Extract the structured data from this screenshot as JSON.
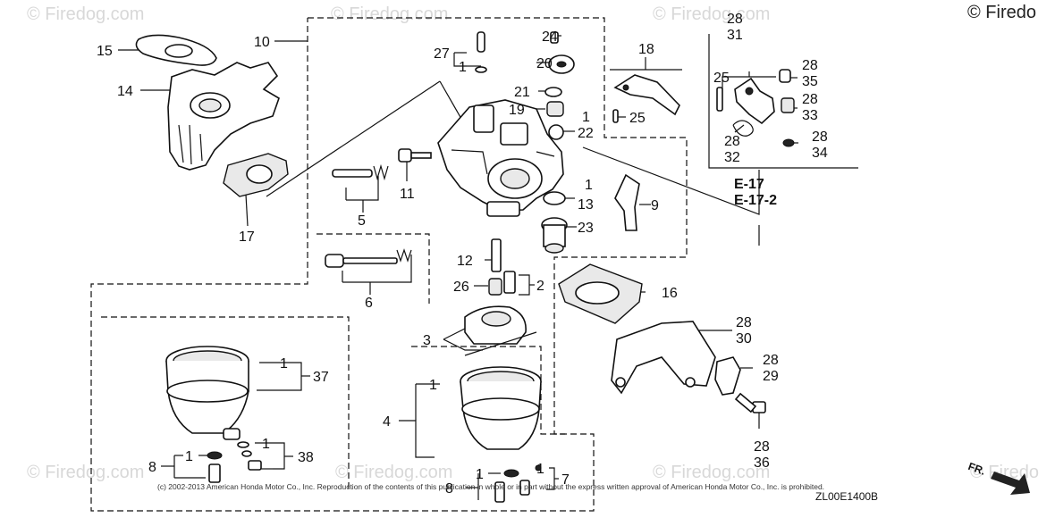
{
  "watermarks": [
    "© Firedog.com",
    "© Firedog.com",
    "© Firedog.com",
    "© Firedog.com",
    "© Firedog.com",
    "© Firedog.com",
    "© Firedo"
  ],
  "brand": "© Firedo",
  "copyright": "(c) 2002-2013 American Honda Motor Co., Inc. Reproduction of the contents of this publication in whole or in part without the express written approval of American Honda Motor Co., Inc. is prohibited.",
  "diagram_code": "ZL00E1400B",
  "front_marker": "FR.",
  "reference_pages": [
    "E-17",
    "E-17-2"
  ],
  "callouts": {
    "c15": "15",
    "c14": "14",
    "c10": "10",
    "c17": "17",
    "c27": "27",
    "c1_27": "1",
    "c24": "24",
    "c20": "20",
    "c21": "21",
    "c19": "19",
    "c1_19": "1",
    "c22": "22",
    "c25a": "25",
    "c18": "18",
    "c5": "5",
    "c11": "11",
    "c1_13": "1",
    "c13": "13",
    "c9": "9",
    "c23": "23",
    "c28_31": "28",
    "c31": "31",
    "c25b": "25",
    "c28_35": "28",
    "c35": "35",
    "c28_33": "28",
    "c33": "33",
    "c28_32": "28",
    "c32": "32",
    "c28_34": "28",
    "c34": "34",
    "c12": "12",
    "c6": "6",
    "c26": "26",
    "c2": "2",
    "c16": "16",
    "c3": "3",
    "c28_30": "28",
    "c30": "30",
    "c28_29": "28",
    "c29": "29",
    "c28_36": "28",
    "c36": "36",
    "c1_37": "1",
    "c37": "37",
    "c1_4": "1",
    "c4": "4",
    "c8a": "8",
    "c1_8a": "1",
    "c1_38": "1",
    "c38": "38",
    "c8b": "8",
    "c1_8b": "1",
    "c1_7": "1",
    "c7": "7"
  }
}
